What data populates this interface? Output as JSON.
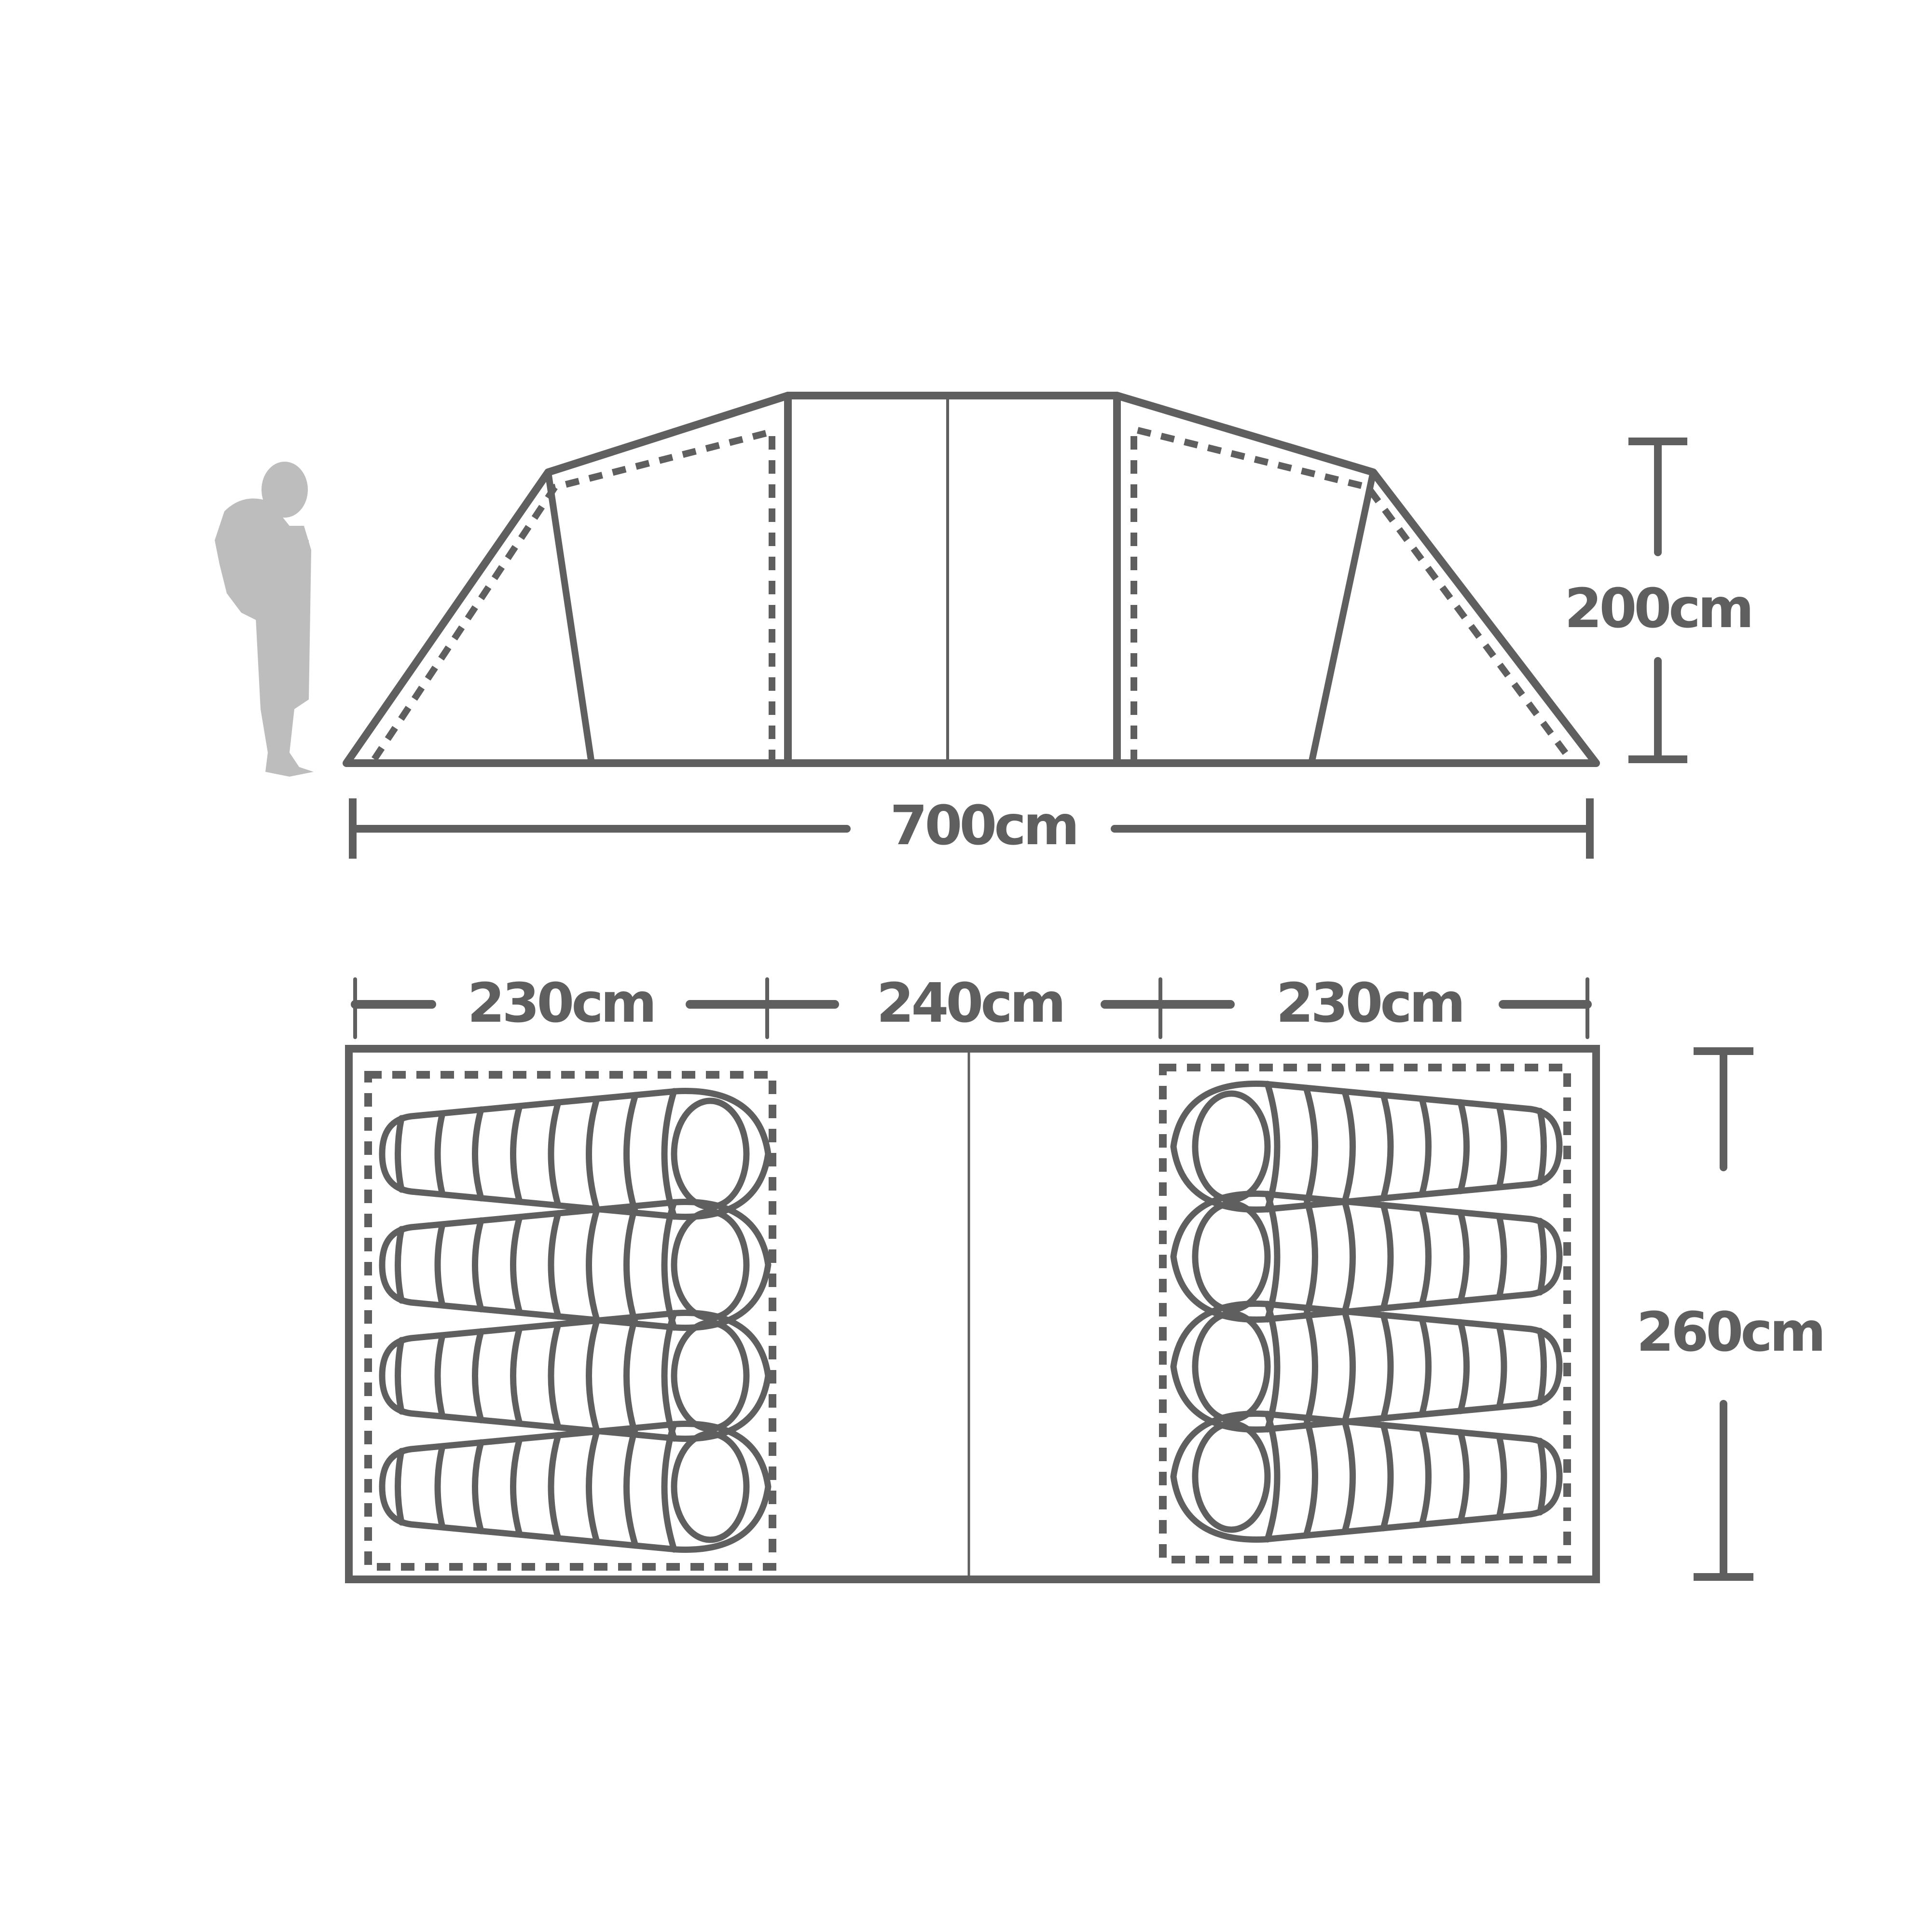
{
  "colors": {
    "line": "#5f5f5f",
    "person": "#bdbdbd",
    "background": "#ffffff"
  },
  "side_view": {
    "height_label": "200cm",
    "length_label": "700cm",
    "person_icon": "hiker-with-backpack-silhouette"
  },
  "top_view": {
    "segments": [
      {
        "label": "230cm",
        "zone": "left-bedroom"
      },
      {
        "label": "240cm",
        "zone": "living-area"
      },
      {
        "label": "230cm",
        "zone": "right-bedroom"
      }
    ],
    "width_label": "260cm",
    "bedrooms": [
      {
        "side": "left",
        "sleeping_bags": 4,
        "head_direction": "right"
      },
      {
        "side": "right",
        "sleeping_bags": 4,
        "head_direction": "left"
      }
    ]
  }
}
